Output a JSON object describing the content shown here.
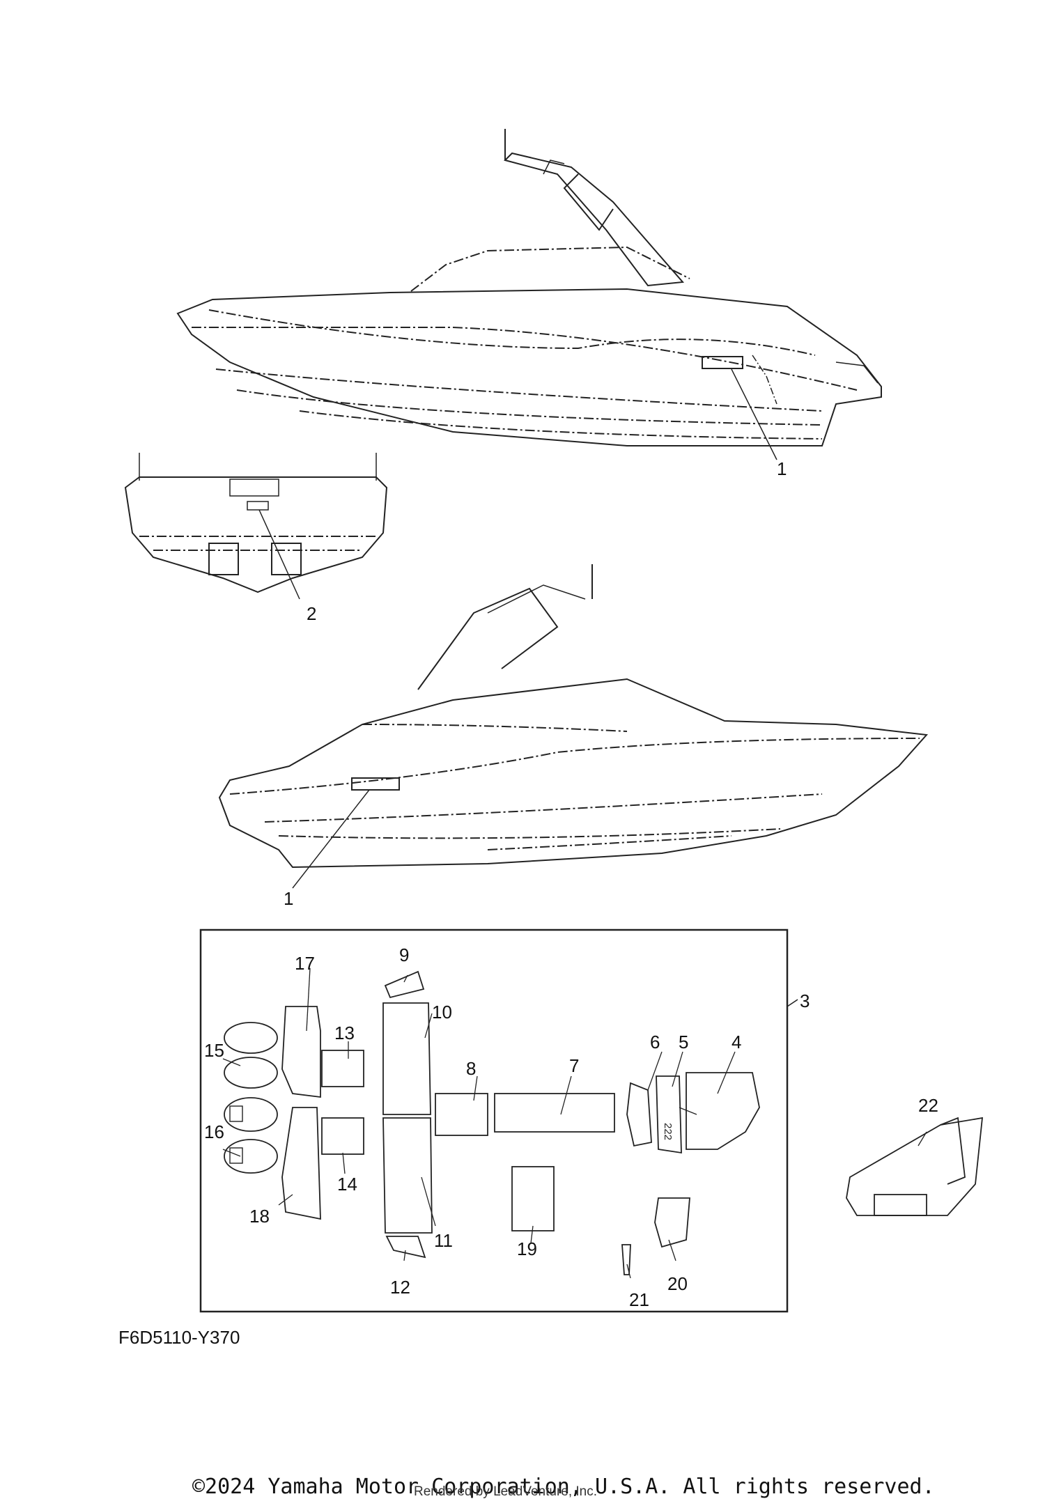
{
  "callouts": {
    "c1a": "1",
    "c2": "2",
    "c1b": "1",
    "c3": "3",
    "c4": "4",
    "c5": "5",
    "c6": "6",
    "c7": "7",
    "c8": "8",
    "c9": "9",
    "c10": "10",
    "c11": "11",
    "c12": "12",
    "c13": "13",
    "c14": "14",
    "c15": "15",
    "c16": "16",
    "c17": "17",
    "c18": "18",
    "c19": "19",
    "c20": "20",
    "c21": "21",
    "c22": "22"
  },
  "diagram_code": "F6D5110-Y370",
  "copyright": "©2024 Yamaha Motor Corporation, U.S.A. All rights reserved.",
  "rendered_by": "Rendered by LeadVenture, Inc.",
  "decal_text": "222"
}
